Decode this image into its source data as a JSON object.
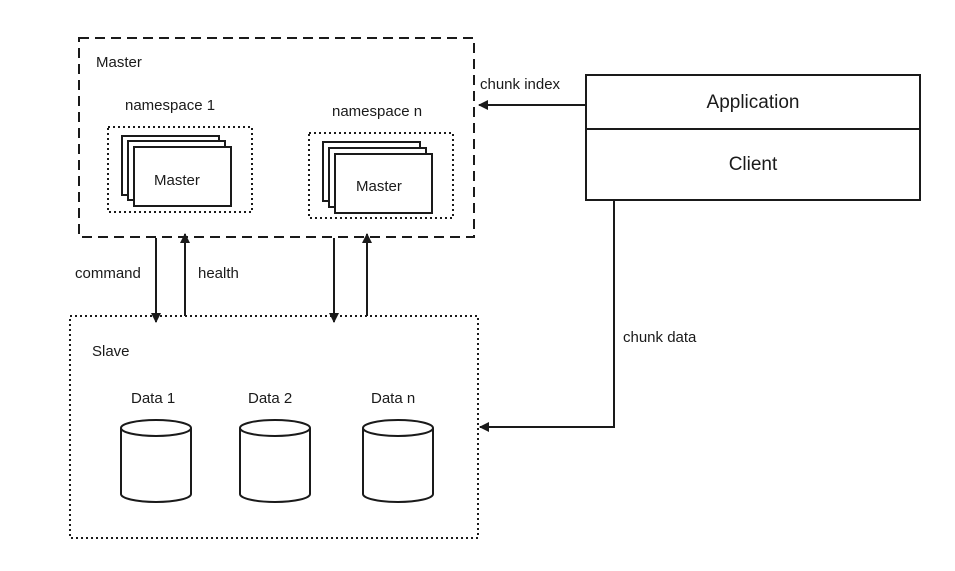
{
  "master": {
    "title": "Master",
    "namespaces": [
      {
        "label": "namespace 1",
        "node_label": "Master"
      },
      {
        "label": "namespace n",
        "node_label": "Master"
      }
    ]
  },
  "client_box": {
    "application_label": "Application",
    "client_label": "Client"
  },
  "slave": {
    "title": "Slave",
    "stores": [
      {
        "label": "Data 1"
      },
      {
        "label": "Data 2"
      },
      {
        "label": "Data n"
      }
    ]
  },
  "links": {
    "chunk_index": "chunk index",
    "chunk_data": "chunk data",
    "command": "command",
    "health": "health"
  },
  "colors": {
    "stroke": "#1a1a1a",
    "background": "#ffffff"
  }
}
